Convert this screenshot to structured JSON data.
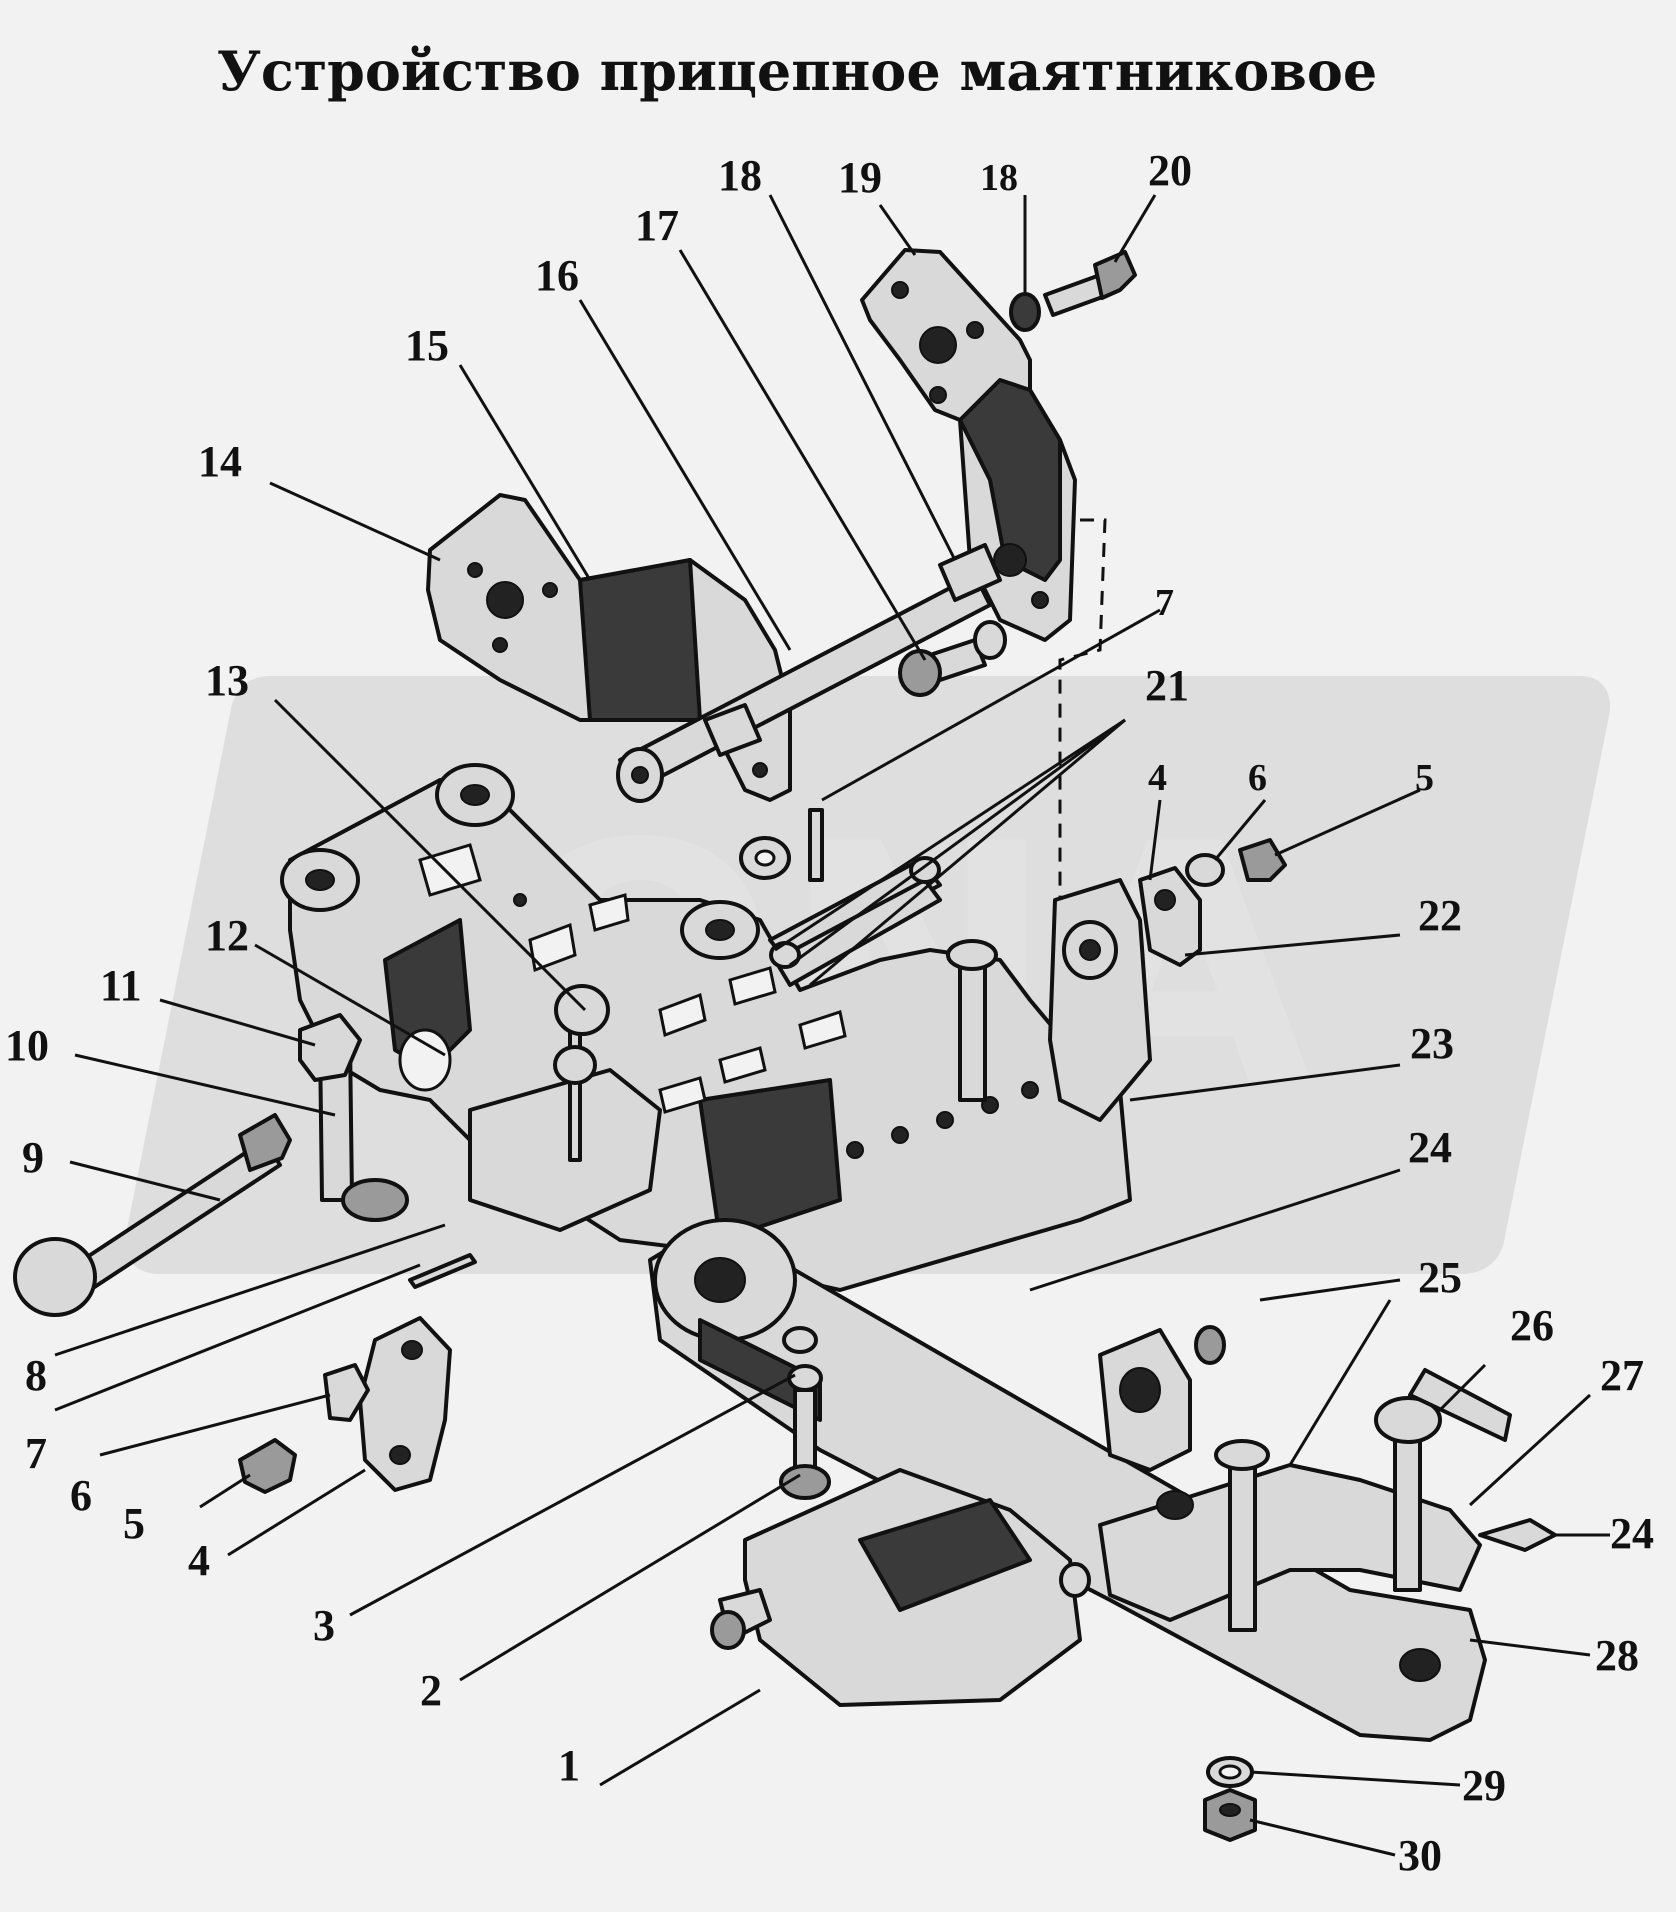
{
  "title": "Устройство прицепное маятниковое",
  "callouts": [
    "1",
    "2",
    "3",
    "4",
    "5",
    "6",
    "7",
    "8",
    "9",
    "10",
    "11",
    "12",
    "13",
    "14",
    "15",
    "16",
    "17",
    "18",
    "18",
    "19",
    "20",
    "21",
    "4",
    "6",
    "5",
    "22",
    "23",
    "24",
    "25",
    "26",
    "27",
    "24",
    "28",
    "29",
    "30",
    "7"
  ]
}
